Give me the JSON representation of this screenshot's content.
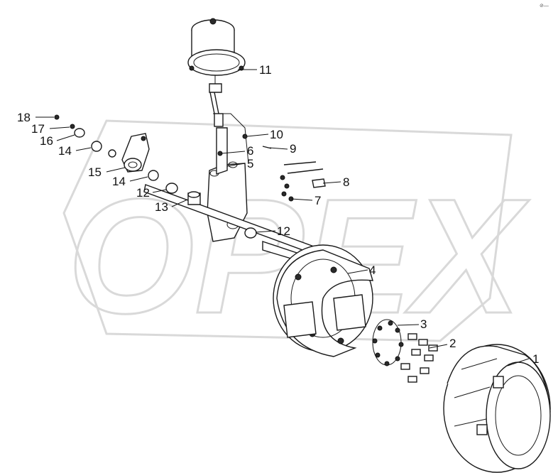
{
  "watermark": {
    "text": "OPEX"
  },
  "corner_mark": "⊘—",
  "callouts": [
    {
      "id": "1",
      "label": "1"
    },
    {
      "id": "2",
      "label": "2"
    },
    {
      "id": "3",
      "label": "3"
    },
    {
      "id": "4",
      "label": "4"
    },
    {
      "id": "5",
      "label": "5"
    },
    {
      "id": "6",
      "label": "6"
    },
    {
      "id": "7",
      "label": "7"
    },
    {
      "id": "8",
      "label": "8"
    },
    {
      "id": "9",
      "label": "9"
    },
    {
      "id": "10",
      "label": "10"
    },
    {
      "id": "11",
      "label": "11"
    },
    {
      "id": "12a",
      "label": "12"
    },
    {
      "id": "12b",
      "label": "12"
    },
    {
      "id": "13",
      "label": "13"
    },
    {
      "id": "14a",
      "label": "14"
    },
    {
      "id": "14b",
      "label": "14"
    },
    {
      "id": "15",
      "label": "15"
    },
    {
      "id": "16",
      "label": "16"
    },
    {
      "id": "17",
      "label": "17"
    },
    {
      "id": "18",
      "label": "18"
    }
  ]
}
